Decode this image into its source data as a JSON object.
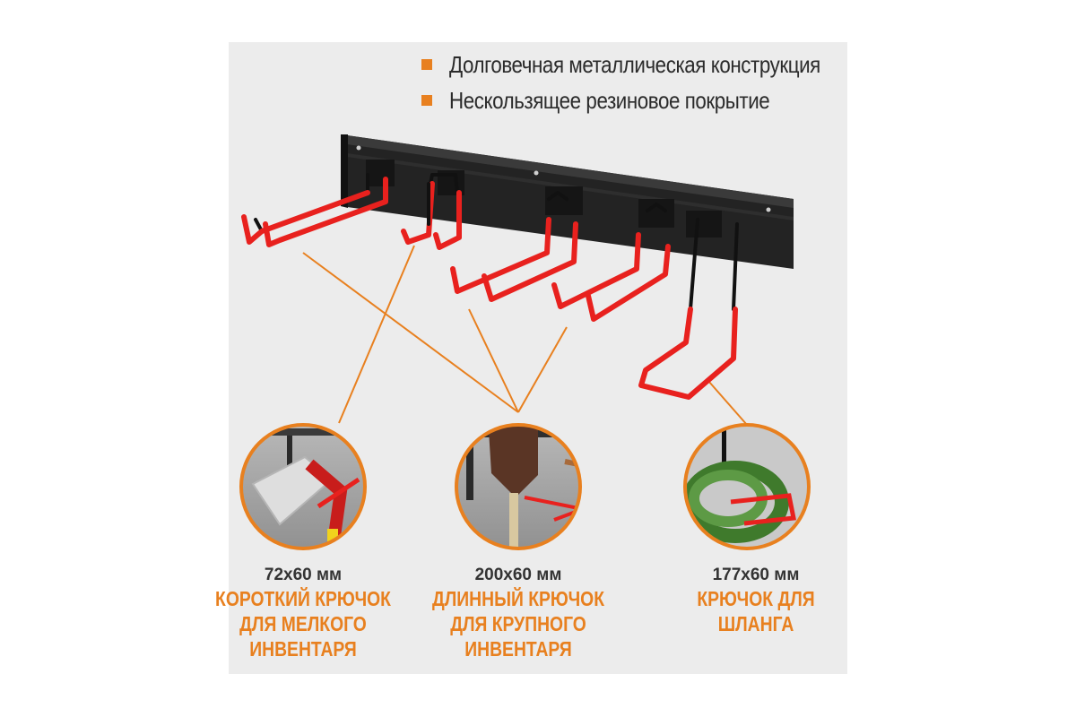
{
  "features": [
    "Долговечная металлическая конструкция",
    "Нескользящее резиновое покрытие"
  ],
  "hooks": [
    {
      "size": "72x60 мм",
      "title_lines": [
        "КОРОТКИЙ КРЮЧОК",
        "ДЛЯ МЕЛКОГО",
        "ИНВЕНТАРЯ"
      ]
    },
    {
      "size": "200x60 мм",
      "title_lines": [
        "ДЛИННЫЙ КРЮЧОК",
        "ДЛЯ КРУПНОГО",
        "ИНВЕНТАРЯ"
      ]
    },
    {
      "size": "177x60 мм",
      "title_lines": [
        "КРЮЧОК ДЛЯ",
        "ШЛАНГА"
      ]
    }
  ],
  "colors": {
    "accent": "#e8801f",
    "hook_red": "#e8211e",
    "rail_black": "#1e1e1e",
    "panel_bg": "#ececec",
    "hose_green": "#4e8a3a"
  }
}
